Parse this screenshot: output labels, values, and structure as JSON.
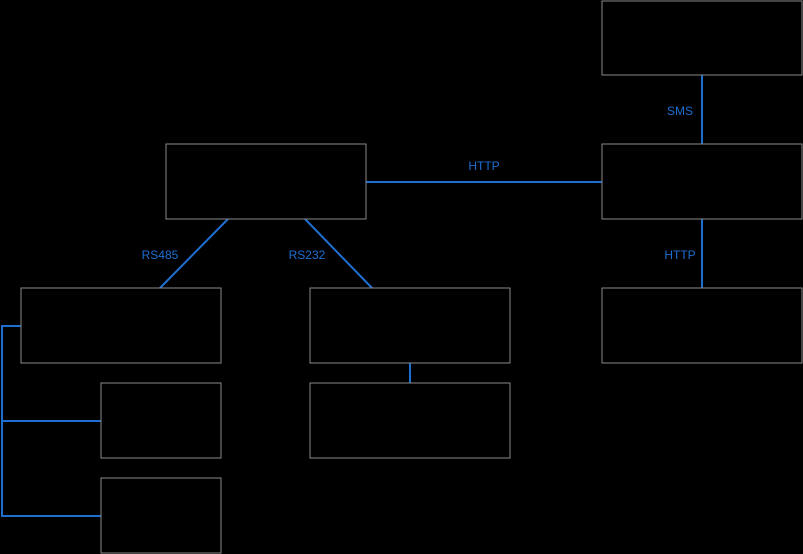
{
  "diagram": {
    "background": "#000000",
    "node_border_color": "#8a8a8a",
    "edge_color": "#1f6fd1",
    "edge_labels": {
      "central_to_server": "HTTP",
      "top_to_server": "SMS",
      "server_to_bottom": "HTTP",
      "central_to_left_group": "RS485",
      "central_to_middle_group": "RS232"
    }
  }
}
